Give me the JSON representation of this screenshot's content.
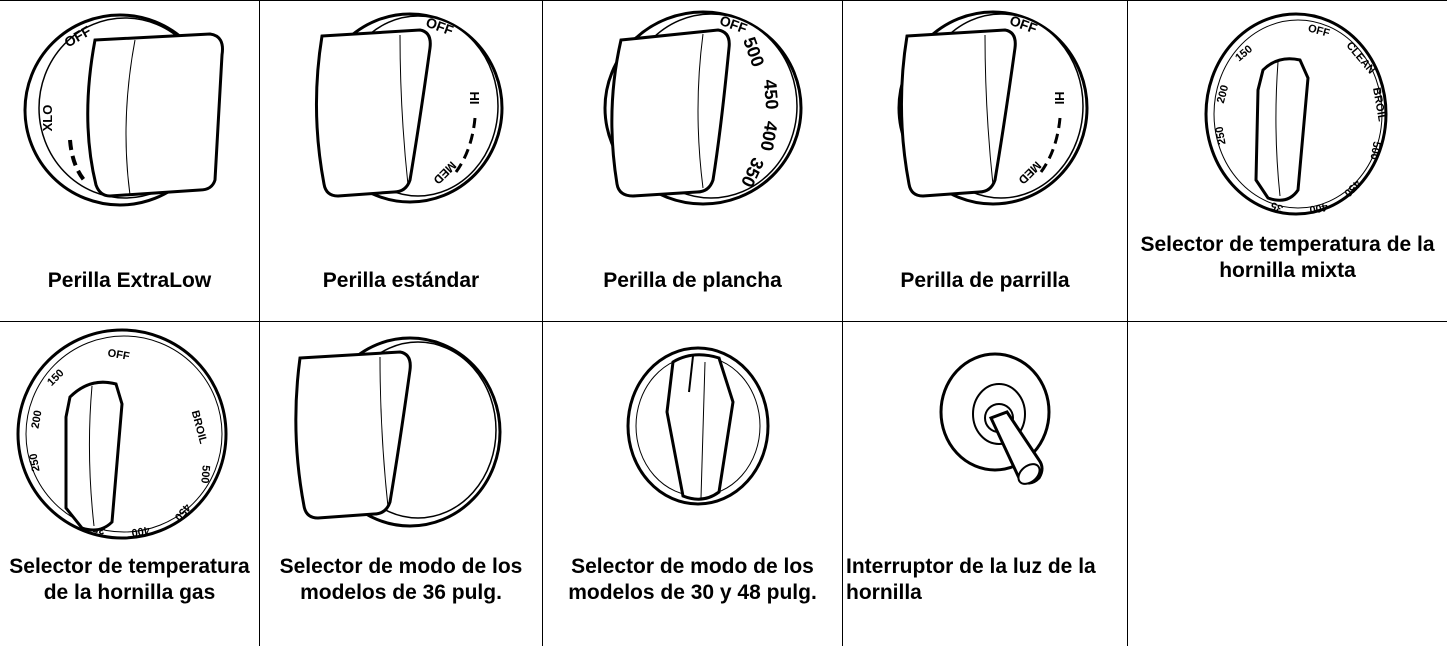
{
  "row1": [
    {
      "caption": "Perilla ExtraLow",
      "dial": {
        "off": "OFF",
        "xlo": "XLO"
      }
    },
    {
      "caption": "Perilla estándar",
      "dial": {
        "off": "OFF",
        "hi": "HI",
        "med": "MED"
      }
    },
    {
      "caption": "Perilla de plancha",
      "dial": {
        "off": "OFF",
        "t500": "500",
        "t450": "450",
        "t400": "400",
        "t350": "350"
      }
    },
    {
      "caption": "Perilla de parrilla",
      "dial": {
        "off": "OFF",
        "hi": "HI",
        "med": "MED"
      }
    },
    {
      "caption": "Selector de temperatura de la hornilla mixta",
      "dial": {
        "off": "OFF",
        "clean": "CLEAN",
        "broil": "BROIL",
        "t500": "500",
        "t450": "450",
        "t400": "400",
        "t350": "35",
        "t250": "250",
        "t200": "200",
        "t150": "150"
      }
    }
  ],
  "row2": [
    {
      "caption": "Selector de temperatura de la hornilla gas",
      "dial": {
        "off": "OFF",
        "broil": "BROIL",
        "t500": "500",
        "t450": "450",
        "t400": "400",
        "t350": "35",
        "t250": "250",
        "t200": "200",
        "t150": "150"
      }
    },
    {
      "caption": "Selector de modo de los modelos de 36 pulg."
    },
    {
      "caption": "Selector de modo de los modelos de 30 y 48 pulg."
    },
    {
      "caption": "Interruptor de la luz de la hornilla"
    },
    {
      "caption": ""
    }
  ]
}
